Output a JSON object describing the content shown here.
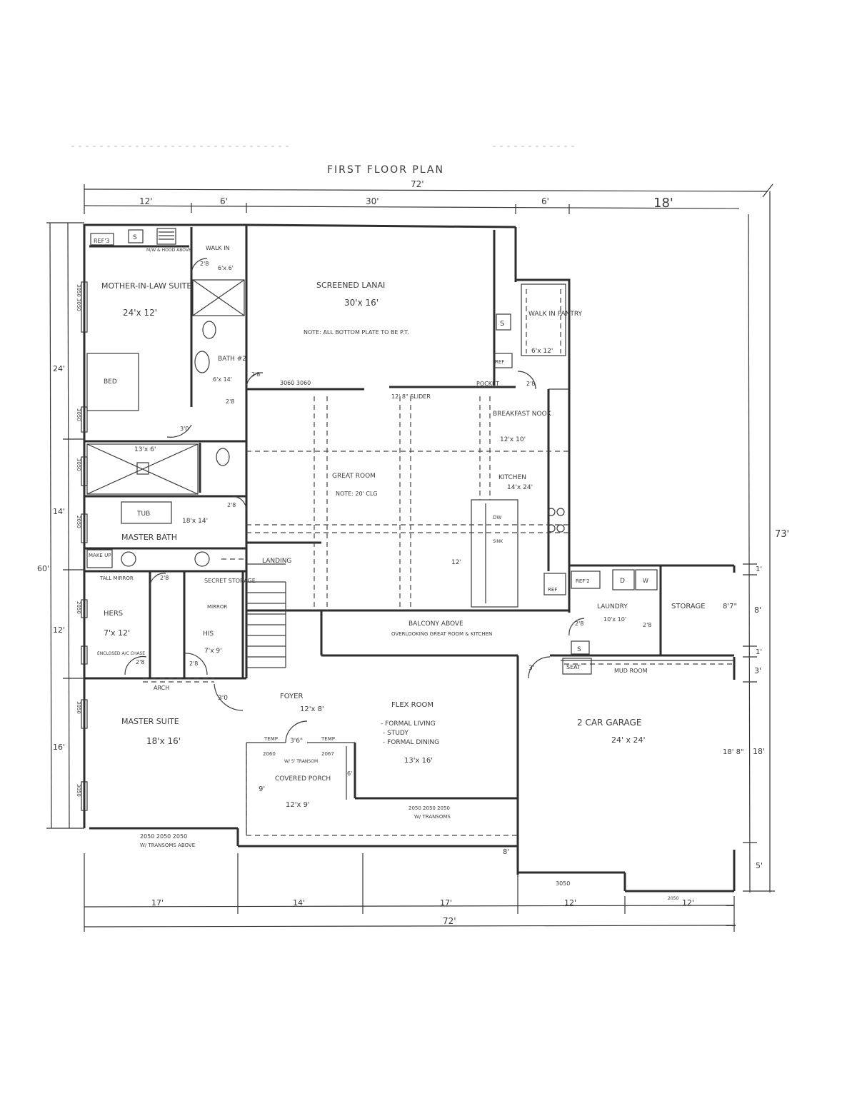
{
  "title": "FIRST FLOOR PLAN",
  "dimensions": {
    "top_total": "72'",
    "top_segments": [
      "12'",
      "6'",
      "30'",
      "6'"
    ],
    "top_right": "18'",
    "right_total": "73'",
    "right_segments": [
      "1'",
      "8'",
      "1'",
      "3'",
      "18'",
      "5'"
    ],
    "left_total": "60'",
    "left_segments": [
      "24'",
      "14'",
      "12'",
      "16'"
    ],
    "bottom_segments": [
      "17'",
      "14'",
      "17'",
      "12'",
      "12'"
    ],
    "bottom_total": "72'",
    "garage_side": "18' 8\"",
    "porch_side": "9'",
    "porch_inner": "6'",
    "porch_step": "8'",
    "stair_dim": "12'"
  },
  "rooms": {
    "mother_in_law": {
      "name": "MOTHER-IN-LAW SUITE",
      "size": "24'x 12'"
    },
    "bed": "BED",
    "ref3": "REF'3",
    "sink_s1": "S",
    "mw_hood": "M/W & HOOD ABOVE",
    "walk_in1": {
      "name": "WALK IN",
      "size": "6'x 6'"
    },
    "bath2": {
      "name": "BATH #2",
      "size": "6'x 14'"
    },
    "lanai": {
      "name": "SCREENED LANAI",
      "size": "30'x 16'"
    },
    "lanai_note": "NOTE: ALL BOTTOM PLATE TO BE P.T.",
    "pantry": {
      "name": "WALK IN PANTRY",
      "size": "6'x 12'"
    },
    "sink_s2": "S",
    "ref_lanai": "REF",
    "pocket": "POCKET",
    "slider": "12' 8\" SLIDER",
    "window_3060": "3060  3060",
    "breakfast": {
      "name": "BREAKFAST NOOK",
      "size": "12'x 10'"
    },
    "great_room": {
      "name": "GREAT ROOM",
      "note": "NOTE: 20' CLG"
    },
    "kitchen": {
      "name": "KITCHEN",
      "size": "14'x 24'"
    },
    "shower": "13'x 6'",
    "tub": "TUB",
    "master_bath": {
      "name": "MASTER BATH",
      "size": "18'x 14'"
    },
    "make_up": "MAKE UP",
    "tall_mirror": "TALL MIRROR",
    "secret_storage": "SECRET STORAGE",
    "mirror": "MIRROR",
    "hers": {
      "name": "HERS",
      "size": "7'x 12'"
    },
    "his": {
      "name": "HIS",
      "size": "7'x 9'"
    },
    "enclosed": "ENCLOSED A/C CHASE",
    "arch": "ARCH",
    "landing": "LANDING",
    "balcony": {
      "name": "BALCONY ABOVE",
      "note": "OVERLOOKING GREAT ROOM & KITCHEN"
    },
    "ref_kitchen": "REF",
    "dw": "DW",
    "sink_label": "SINK",
    "ref2": "REF'2",
    "d": "D",
    "w": "W",
    "laundry": {
      "name": "LAUNDRY",
      "size": "10'x 10'"
    },
    "storage": {
      "name": "STORAGE",
      "size": "8'7\""
    },
    "seat": "SEAT",
    "mud_room": "MUD ROOM",
    "sink_s3": "S",
    "foyer": {
      "name": "FOYER",
      "size": "12'x 8'"
    },
    "flex": {
      "name": "FLEX ROOM",
      "uses": [
        "- FORMAL LIVING",
        "- STUDY",
        "- FORMAL DINING"
      ],
      "size": "13'x 16'"
    },
    "master_suite": {
      "name": "MASTER SUITE",
      "size": "18'x 16'"
    },
    "porch": {
      "name": "COVERED PORCH",
      "size": "12'x 9'"
    },
    "garage": {
      "name": "2 CAR    GARAGE",
      "size": "24' x 24'"
    },
    "temp1": "TEMP",
    "temp2": "TEMP",
    "door_2060": "2060",
    "door_2067": "2067",
    "transom_door": "W/ 5' TRANSOM",
    "front_door": "3'6\"",
    "windows_flex": "2050 2050 2050",
    "windows_flex_note": "W/ TRANSOMS",
    "windows_suite": "2050 2050 2050",
    "windows_suite_note": "W/ TRANSOMS ABOVE",
    "window_garage": "3050",
    "window_garage2": "2050",
    "windows_left": [
      "3050 3050",
      "3050",
      "3050",
      "2050",
      "2050",
      "3050",
      "3050"
    ]
  },
  "doors": {
    "d28": "2'8",
    "d30": "3'0",
    "d3": "3'"
  }
}
